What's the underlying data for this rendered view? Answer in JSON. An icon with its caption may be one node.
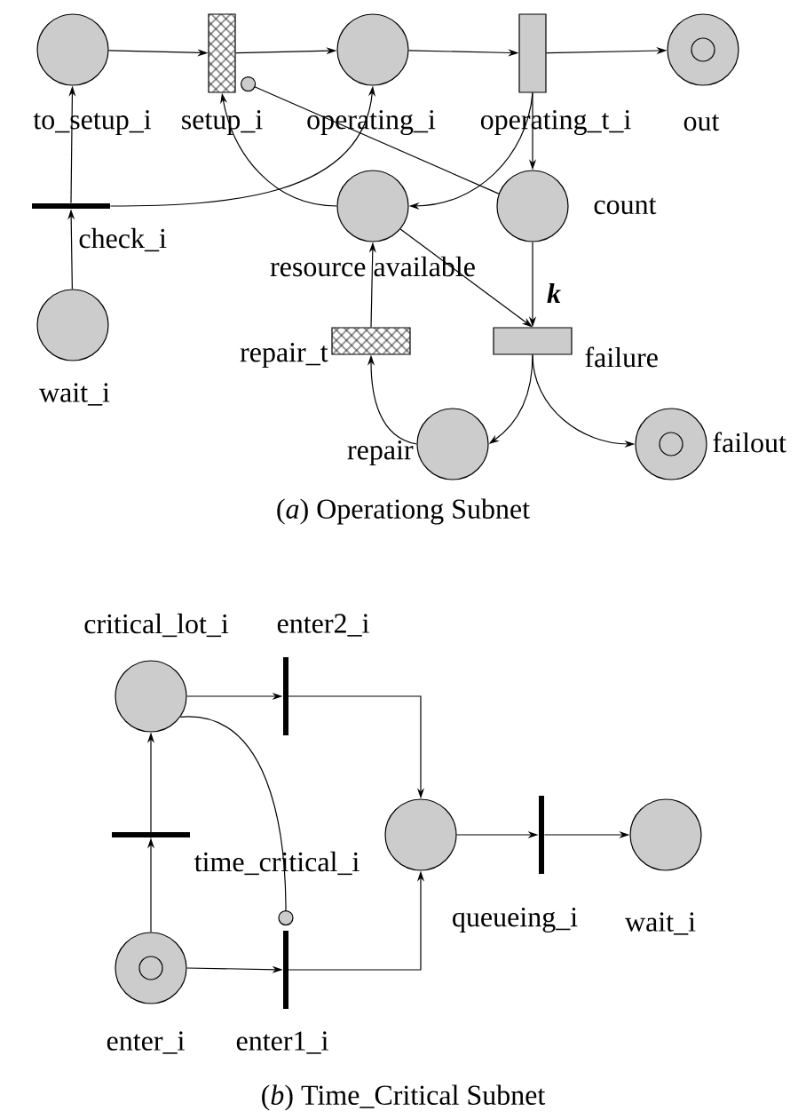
{
  "diagram": {
    "nodes": [
      {
        "text": [],
        "shape": "circle",
        "beside": [
          "to_setup_i"
        ]
      },
      {
        "text": [],
        "shape": "box",
        "beside": [
          "setup_i"
        ]
      },
      {
        "text": [],
        "shape": "circle",
        "beside": [
          "operating_i"
        ]
      },
      {
        "text": [],
        "shape": "box",
        "beside": [
          "operating_t_i"
        ]
      },
      {
        "text": [],
        "shape": "circle",
        "beside": [
          "out"
        ]
      },
      {
        "text": [],
        "shape": "bar",
        "beside": [
          "check_i"
        ]
      },
      {
        "text": [],
        "shape": "circle",
        "beside": [
          "wait_i"
        ]
      },
      {
        "text": [],
        "shape": "circle",
        "beside": [
          "resource available"
        ]
      },
      {
        "text": [],
        "shape": "circle",
        "beside": [
          "count"
        ]
      },
      {
        "text": [],
        "shape": "box",
        "beside": [
          "repair_t"
        ]
      },
      {
        "text": [],
        "shape": "box",
        "beside": [
          "failure"
        ]
      },
      {
        "text": [],
        "shape": "circle",
        "beside": [
          "repair"
        ]
      },
      {
        "text": [],
        "shape": "circle",
        "beside": [
          "failout"
        ]
      },
      {
        "text": [],
        "shape": "circle",
        "beside": [
          "critical_lot_i"
        ]
      },
      {
        "text": [],
        "shape": "bar",
        "beside": [
          "enter2_i"
        ]
      },
      {
        "text": [],
        "shape": "bar",
        "beside": [
          "time_critical_i"
        ]
      },
      {
        "text": [],
        "shape": "circle",
        "beside": [
          "queueing_i"
        ]
      },
      {
        "text": [],
        "shape": "bar"
      },
      {
        "text": [],
        "shape": "circle",
        "beside": [
          "wait_i"
        ]
      },
      {
        "text": [],
        "shape": "circle",
        "beside": [
          "enter_i"
        ]
      },
      {
        "text": [],
        "shape": "bar",
        "beside": [
          "enter1_i"
        ]
      }
    ],
    "edges": [
      {
        "from": 0,
        "to": 1,
        "arrow": "to"
      },
      {
        "from": 1,
        "to": 2,
        "arrow": "to"
      },
      {
        "from": 2,
        "to": 3,
        "arrow": "to"
      },
      {
        "from": 3,
        "to": 4,
        "arrow": "to"
      },
      {
        "from": 6,
        "to": 5,
        "arrow": "to"
      },
      {
        "from": 5,
        "to": 0,
        "arrow": "to"
      },
      {
        "from": 5,
        "to": 2,
        "arrow": "to"
      },
      {
        "from": 7,
        "to": 1,
        "arrow": "to"
      },
      {
        "from": 3,
        "to": 7,
        "arrow": "to"
      },
      {
        "from": 3,
        "to": 8,
        "arrow": "to"
      },
      {
        "from": 8,
        "to": 1,
        "arrow": "other"
      },
      {
        "from": 8,
        "to": 10,
        "arrow": "to",
        "label": "k"
      },
      {
        "from": 7,
        "to": 10,
        "arrow": "to"
      },
      {
        "from": 9,
        "to": 7,
        "arrow": "to"
      },
      {
        "from": 10,
        "to": 11,
        "arrow": "to"
      },
      {
        "from": 10,
        "to": 12,
        "arrow": "to"
      },
      {
        "from": 11,
        "to": 9,
        "arrow": "to"
      },
      {
        "from": 13,
        "to": 14,
        "arrow": "to"
      },
      {
        "from": 14,
        "to": 16,
        "arrow": "to"
      },
      {
        "from": 19,
        "to": 15,
        "arrow": "to"
      },
      {
        "from": 15,
        "to": 13,
        "arrow": "to"
      },
      {
        "from": 19,
        "to": 20,
        "arrow": "to"
      },
      {
        "from": 20,
        "to": 16,
        "arrow": "to"
      },
      {
        "from": 13,
        "to": 20,
        "arrow": "other"
      },
      {
        "from": 16,
        "to": 17,
        "arrow": "to"
      },
      {
        "from": 17,
        "to": 18,
        "arrow": "to"
      }
    ],
    "labels": [
      "(*a*) Operationg Subnet",
      "(*b*) Time_Critical Subnet"
    ]
  }
}
